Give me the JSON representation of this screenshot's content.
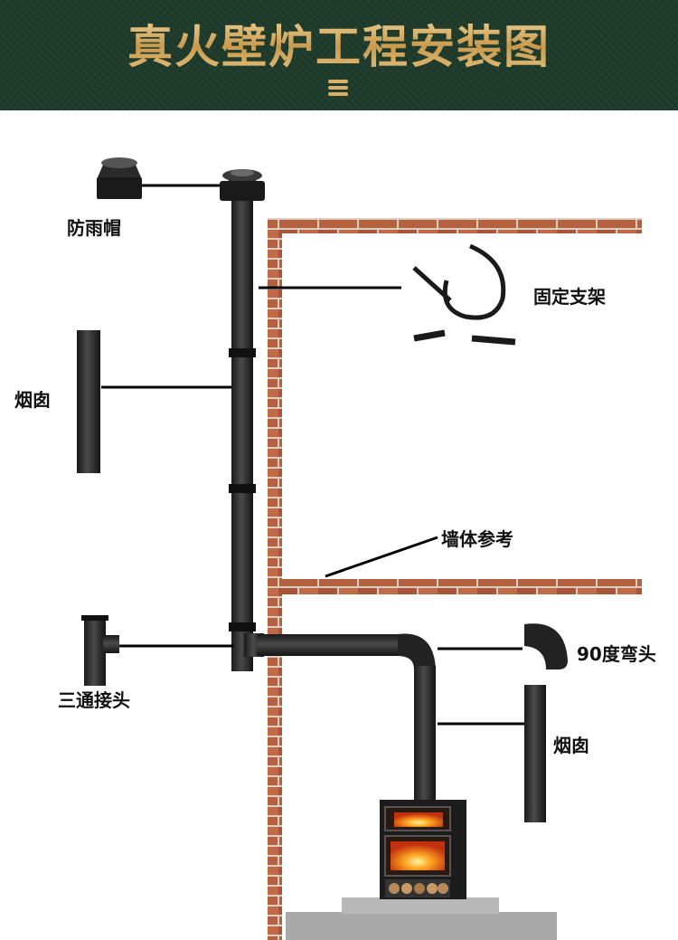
{
  "header": {
    "title": "真火壁炉工程安装图",
    "menu_icon": "hamburger-menu-icon",
    "colors": {
      "background": "#1f3b2b",
      "title_gold": "#d8b06a"
    }
  },
  "parts": {
    "rain_cap": "防雨帽",
    "bracket": "固定支架",
    "chimney_pipe_left": "烟囱",
    "wall_reference": "墙体参考",
    "tee_joint": "三通接头",
    "elbow_90": "90度弯头",
    "chimney_pipe_right": "烟囱"
  },
  "colors": {
    "brick": "#b5603f",
    "pipe": "#2a2a2a",
    "floor": "#a9a9a9"
  }
}
